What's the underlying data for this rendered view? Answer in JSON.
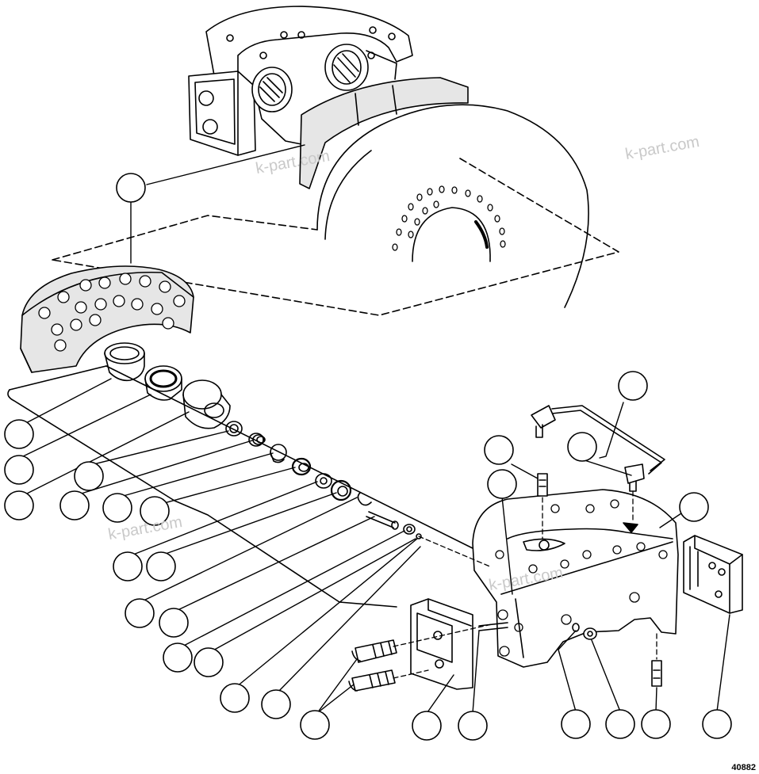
{
  "watermark": "k-part.com",
  "figure_id": "40882",
  "colors": {
    "ink": "#000000",
    "pad_fill": "#e6e6e6",
    "watermark": "#c9c9c9"
  },
  "callouts": [
    {
      "id": "callout-pad"
    },
    {
      "id": "callout-tube"
    },
    {
      "id": "callout-rear-fitting"
    },
    {
      "id": "callout-bleeder"
    },
    {
      "id": "callout-housing-edge"
    },
    {
      "id": "callout-housing"
    },
    {
      "id": "callout-cover-plate"
    },
    {
      "id": "callout-piston-liner"
    },
    {
      "id": "callout-piston-seal"
    },
    {
      "id": "callout-piston"
    },
    {
      "id": "callout-boot"
    },
    {
      "id": "callout-spring"
    },
    {
      "id": "callout-retainer"
    },
    {
      "id": "callout-seal-ring"
    },
    {
      "id": "callout-washer"
    },
    {
      "id": "callout-snap-ring"
    },
    {
      "id": "callout-pin"
    },
    {
      "id": "callout-nut"
    },
    {
      "id": "callout-small-seal"
    },
    {
      "id": "callout-o-ring"
    },
    {
      "id": "callout-bolts"
    },
    {
      "id": "callout-end-plate"
    },
    {
      "id": "callout-dowel"
    },
    {
      "id": "callout-plug"
    },
    {
      "id": "callout-lock-nut"
    },
    {
      "id": "callout-bottom-fitting"
    },
    {
      "id": "callout-end-pad"
    }
  ]
}
